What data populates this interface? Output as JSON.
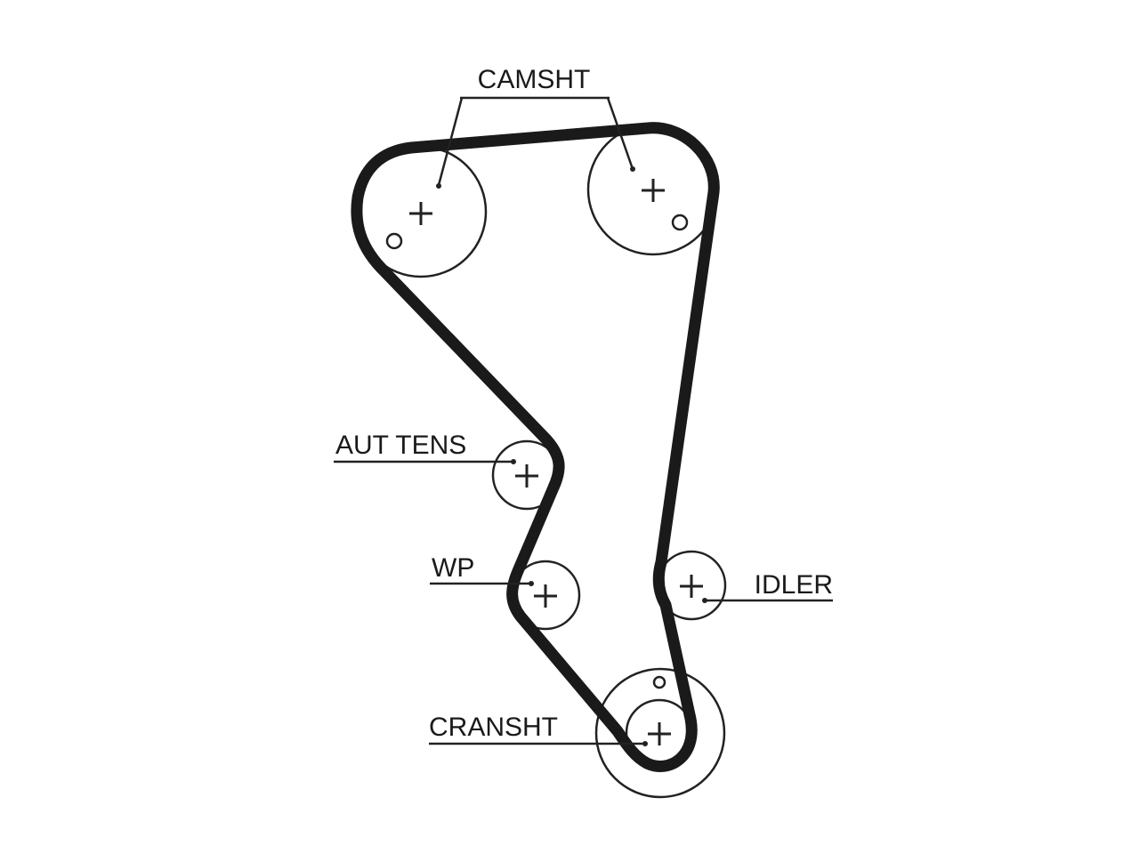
{
  "labels": {
    "camshaft": "CAMSHT",
    "tensioner": "AUT TENS",
    "water_pump": "WP",
    "idler": "IDLER",
    "crankshaft": "CRANSHT"
  },
  "colors": {
    "line": "#1a1a1a",
    "background": "#ffffff"
  }
}
